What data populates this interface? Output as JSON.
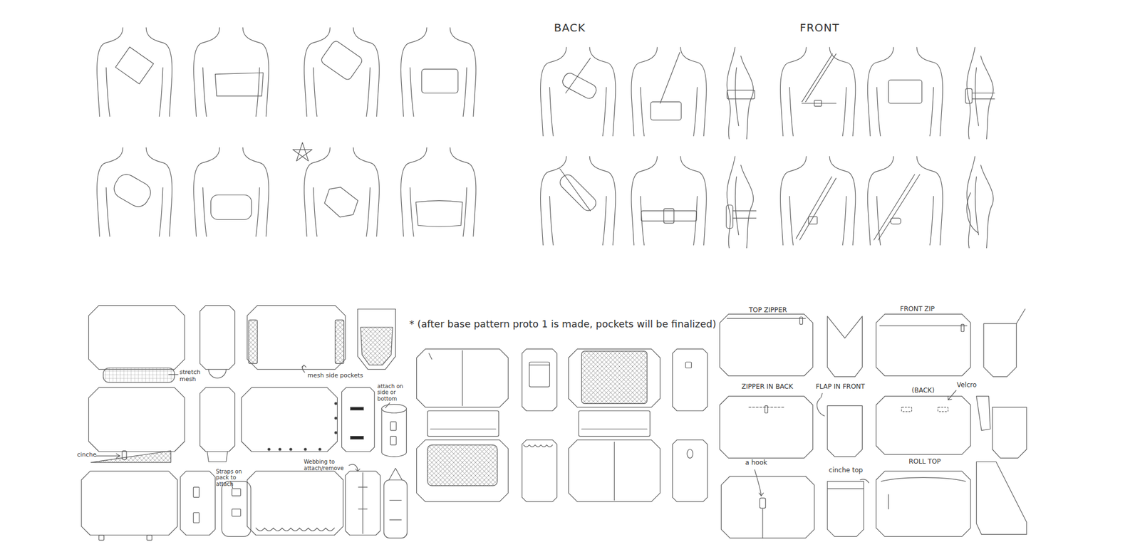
{
  "diagram": {
    "labels": [
      "BACK",
      "FRONT",
      "stretch mesh",
      "mesh side pockets",
      "attach on side or bottom",
      "cinche",
      "Straps on pack to attach",
      "Webbing to attach/remove",
      "* (after base pattern proto 1 is made, pockets will be finalized)",
      "TOP ZIPPER",
      "FRONT ZIP",
      "ZIPPER IN BACK",
      "FLAP IN FRONT",
      "(BACK)",
      "Velcro",
      "a hook",
      "cinche top",
      "ROLL TOP"
    ]
  }
}
